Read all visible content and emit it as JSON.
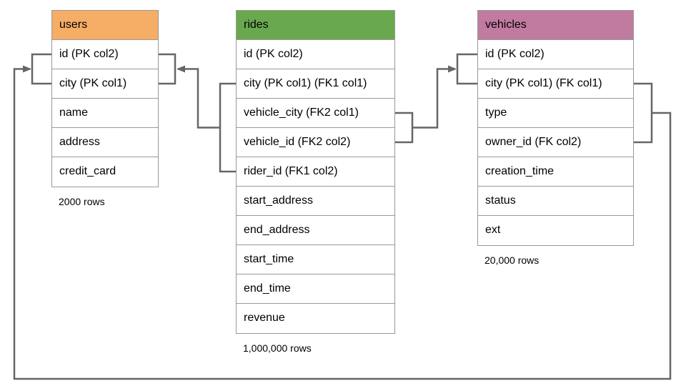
{
  "diagram": {
    "background_color": "#ffffff",
    "border_color": "#999999",
    "line_color": "#666666",
    "tables": [
      {
        "name": "users",
        "header_color": "#F6AD66",
        "columns": [
          "id (PK col2)",
          "city (PK col1)",
          "name",
          "address",
          "credit_card"
        ],
        "row_count_label": "2000 rows"
      },
      {
        "name": "rides",
        "header_color": "#6AA84F",
        "columns": [
          "id (PK col2)",
          "city (PK col1) (FK1 col1)",
          "vehicle_city (FK2 col1)",
          "vehicle_id (FK2 col2)",
          "rider_id (FK1 col2)",
          "start_address",
          "end_address",
          "start_time",
          "end_time",
          "revenue"
        ],
        "row_count_label": "1,000,000 rows"
      },
      {
        "name": "vehicles",
        "header_color": "#C27BA0",
        "columns": [
          "id (PK col2)",
          "city (PK col1) (FK col1)",
          "type",
          "owner_id (FK col2)",
          "creation_time",
          "status",
          "ext"
        ],
        "row_count_label": "20,000 rows"
      }
    ],
    "relationships": [
      {
        "name": "FK1",
        "from_table": "rides",
        "from_columns": [
          "city",
          "rider_id"
        ],
        "to_table": "users",
        "to_columns": [
          "id",
          "city"
        ]
      },
      {
        "name": "FK2",
        "from_table": "rides",
        "from_columns": [
          "vehicle_city",
          "vehicle_id"
        ],
        "to_table": "vehicles",
        "to_columns": [
          "id",
          "city"
        ]
      },
      {
        "name": "FK",
        "from_table": "vehicles",
        "from_columns": [
          "city",
          "owner_id"
        ],
        "to_table": "users",
        "to_columns": [
          "id",
          "city"
        ]
      }
    ]
  }
}
